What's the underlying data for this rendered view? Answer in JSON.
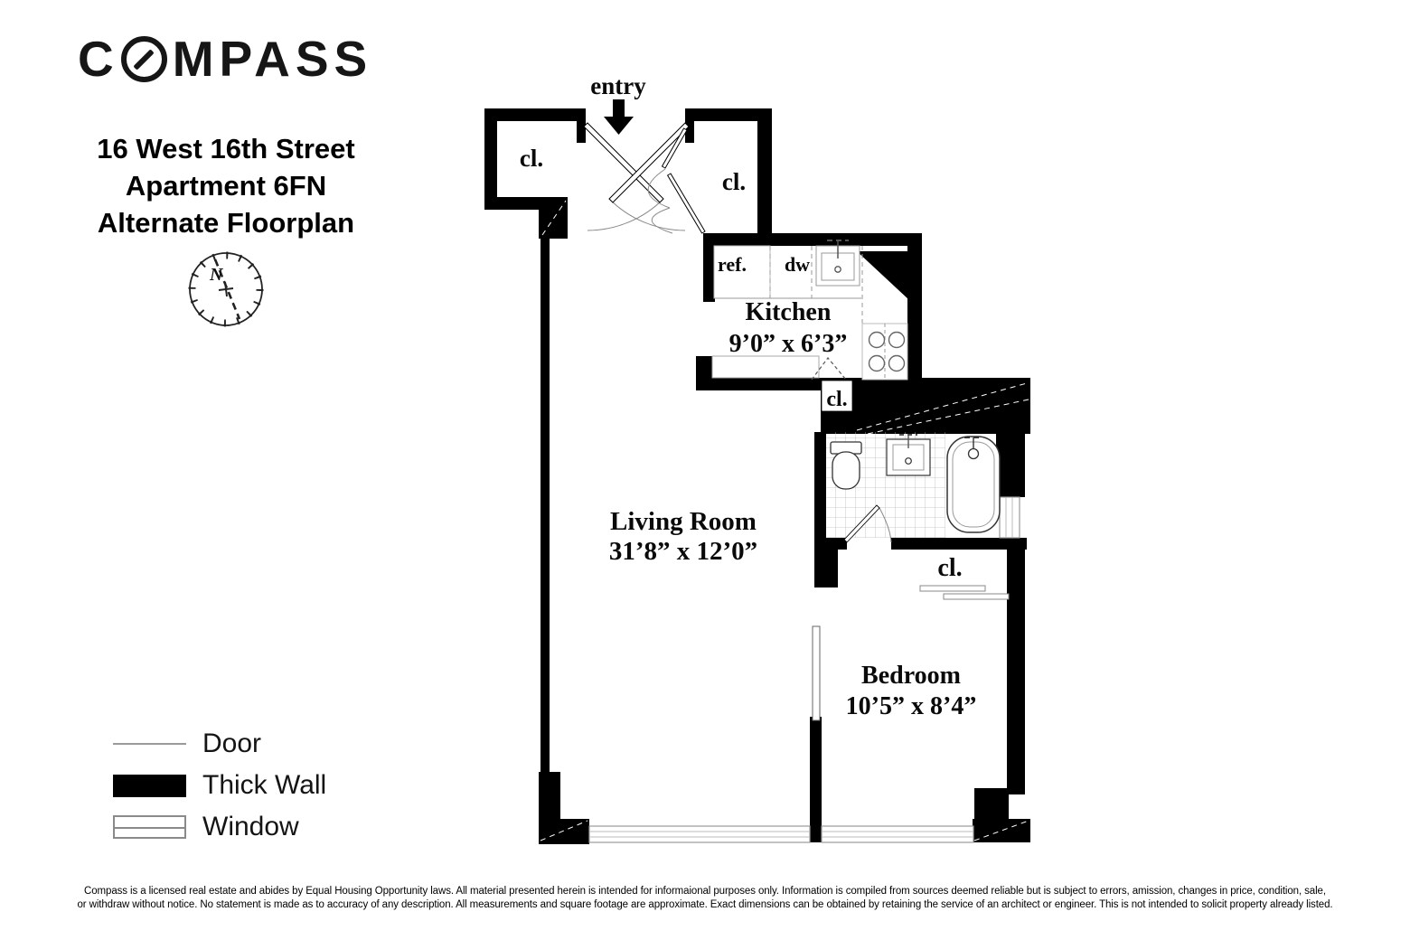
{
  "brand": {
    "name_prefix": "C",
    "name_suffix": "MPASS"
  },
  "title": {
    "line1": "16 West 16th Street",
    "line2": "Apartment 6FN",
    "line3": "Alternate Floorplan"
  },
  "compass_rose": {
    "north_label": "N"
  },
  "floorplan": {
    "entry_label": "entry",
    "closets": {
      "entry_left": "cl.",
      "entry_right": "cl.",
      "kitchen": "cl.",
      "bedroom": "cl."
    },
    "appliances": {
      "refrigerator": "ref.",
      "dishwasher": "dw"
    },
    "rooms": {
      "kitchen": {
        "name": "Kitchen",
        "dims": "9’0” x 6’3”"
      },
      "living": {
        "name": "Living Room",
        "dims": "31’8” x 12’0”"
      },
      "bedroom": {
        "name": "Bedroom",
        "dims": "10’5” x 8’4”"
      }
    }
  },
  "legend": {
    "door": "Door",
    "thick_wall": "Thick Wall",
    "window": "Window"
  },
  "disclaimer": {
    "line1": "Compass is a licensed real estate and abides by Equal Housing Opportunity laws. All material presented herein is intended for informaional purposes only. Information is compiled from sources deemed reliable but is subject to errors, amission, changes in price, condition, sale,",
    "line2": "or withdraw without notice. No statement is made as to accuracy of any description. All measurements and square footage are approximate. Exact dimensions can be obtained by retaining the service of an architect or engineer. This is not intended to solicit property already listed."
  },
  "colors": {
    "wall": "#000000",
    "background": "#ffffff",
    "line_gray": "#999999"
  }
}
